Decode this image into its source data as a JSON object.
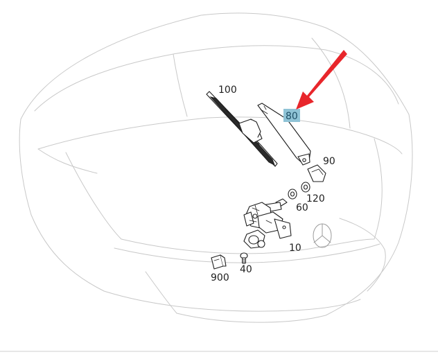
{
  "parts": [
    {
      "id": "part-100",
      "number": "100",
      "name": "wiper-blade"
    },
    {
      "id": "part-80",
      "number": "80",
      "name": "wiper-arm",
      "highlighted": true
    },
    {
      "id": "part-90",
      "number": "90",
      "name": "arm-cover-cap"
    },
    {
      "id": "part-60",
      "number": "60",
      "name": "nut"
    },
    {
      "id": "part-120",
      "number": "120",
      "name": "washer"
    },
    {
      "id": "part-10",
      "number": "10",
      "name": "wiper-motor"
    },
    {
      "id": "part-40",
      "number": "40",
      "name": "screw"
    },
    {
      "id": "part-900",
      "number": "900",
      "name": "connector"
    }
  ],
  "highlight": {
    "color": "#8fc3d6",
    "arrow_color": "#e8262b"
  }
}
